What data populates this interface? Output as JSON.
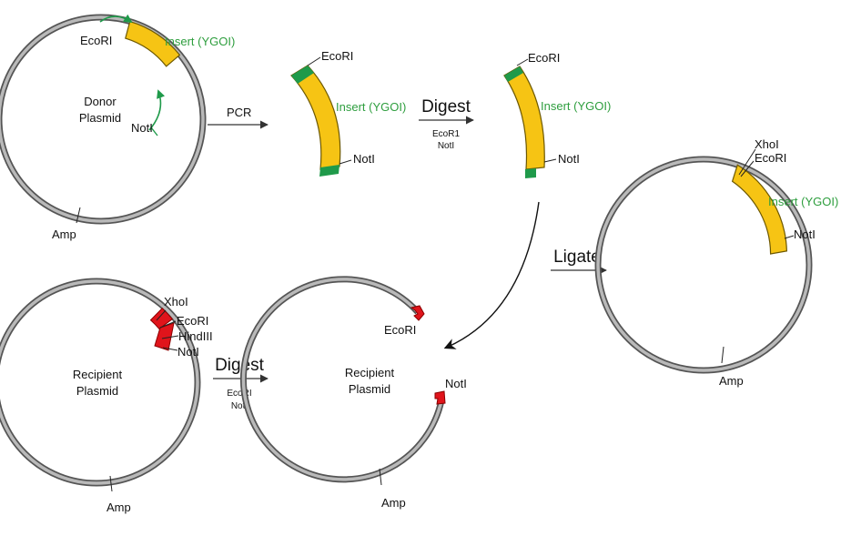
{
  "colors": {
    "insert": "#f6c414",
    "insert_ends": "#1f9a4a",
    "restriction_site": "#e0141b",
    "plasmid_ring": "#9e9e9e",
    "label_green": "#2e9e3e"
  },
  "donor": {
    "ecori": "EcoRI",
    "insert": "Insert (YGOI)",
    "name_line1": "Donor",
    "name_line2": "Plasmid",
    "noti": "NotI",
    "amp": "Amp"
  },
  "pcr": {
    "label": "PCR"
  },
  "pcr_product": {
    "ecori": "EcoRI",
    "insert": "Insert (YGOI)",
    "noti": "NotI"
  },
  "digest_top": {
    "label": "Digest",
    "enzyme1": "EcoR1",
    "enzyme2": "NotI"
  },
  "digested_insert": {
    "ecori": "EcoRI",
    "insert": "Insert (YGOI)",
    "noti": "NotI"
  },
  "ligate": {
    "label": "Ligate"
  },
  "final_plasmid": {
    "xhoi": "XhoI",
    "ecori": "EcoRI",
    "insert": "Insert (YGOI)",
    "noti": "NotI",
    "amp": "Amp"
  },
  "recipient": {
    "xhoi": "XhoI",
    "ecori": "EcoRI",
    "hindiii": "HindIII",
    "noti": "NotI",
    "name_line1": "Recipient",
    "name_line2": "Plasmid",
    "amp": "Amp"
  },
  "digest_bottom": {
    "label": "Digest",
    "enzyme1": "EcoRI",
    "enzyme2": "NotI"
  },
  "cut_recipient": {
    "ecori": "EcoRI",
    "noti": "NotI",
    "name_line1": "Recipient",
    "name_line2": "Plasmid",
    "amp": "Amp"
  }
}
